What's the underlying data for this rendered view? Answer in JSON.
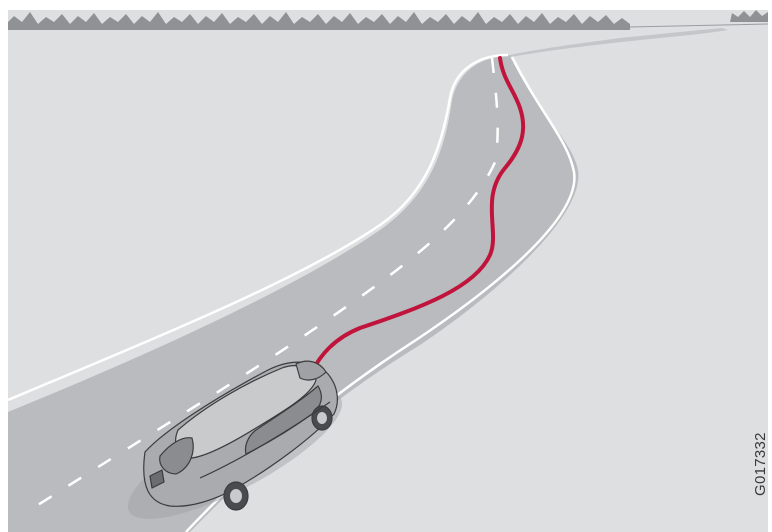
{
  "figure": {
    "code": "G017332",
    "colors": {
      "background": "#ffffff",
      "ground": "#dedfe1",
      "road": "#b9bbbe",
      "road_edge_line": "#ffffff",
      "centre_dashes": "#ffffff",
      "vehicle_path": "#c0143c",
      "tree_line": "#8f9195",
      "car_body": "#a9abae",
      "car_outline": "#3c3c3c"
    },
    "icons": {
      "scene": "winding-road-illustration",
      "vehicle": "station-wagon-car-icon",
      "path": "drifting-vehicle-path"
    }
  }
}
